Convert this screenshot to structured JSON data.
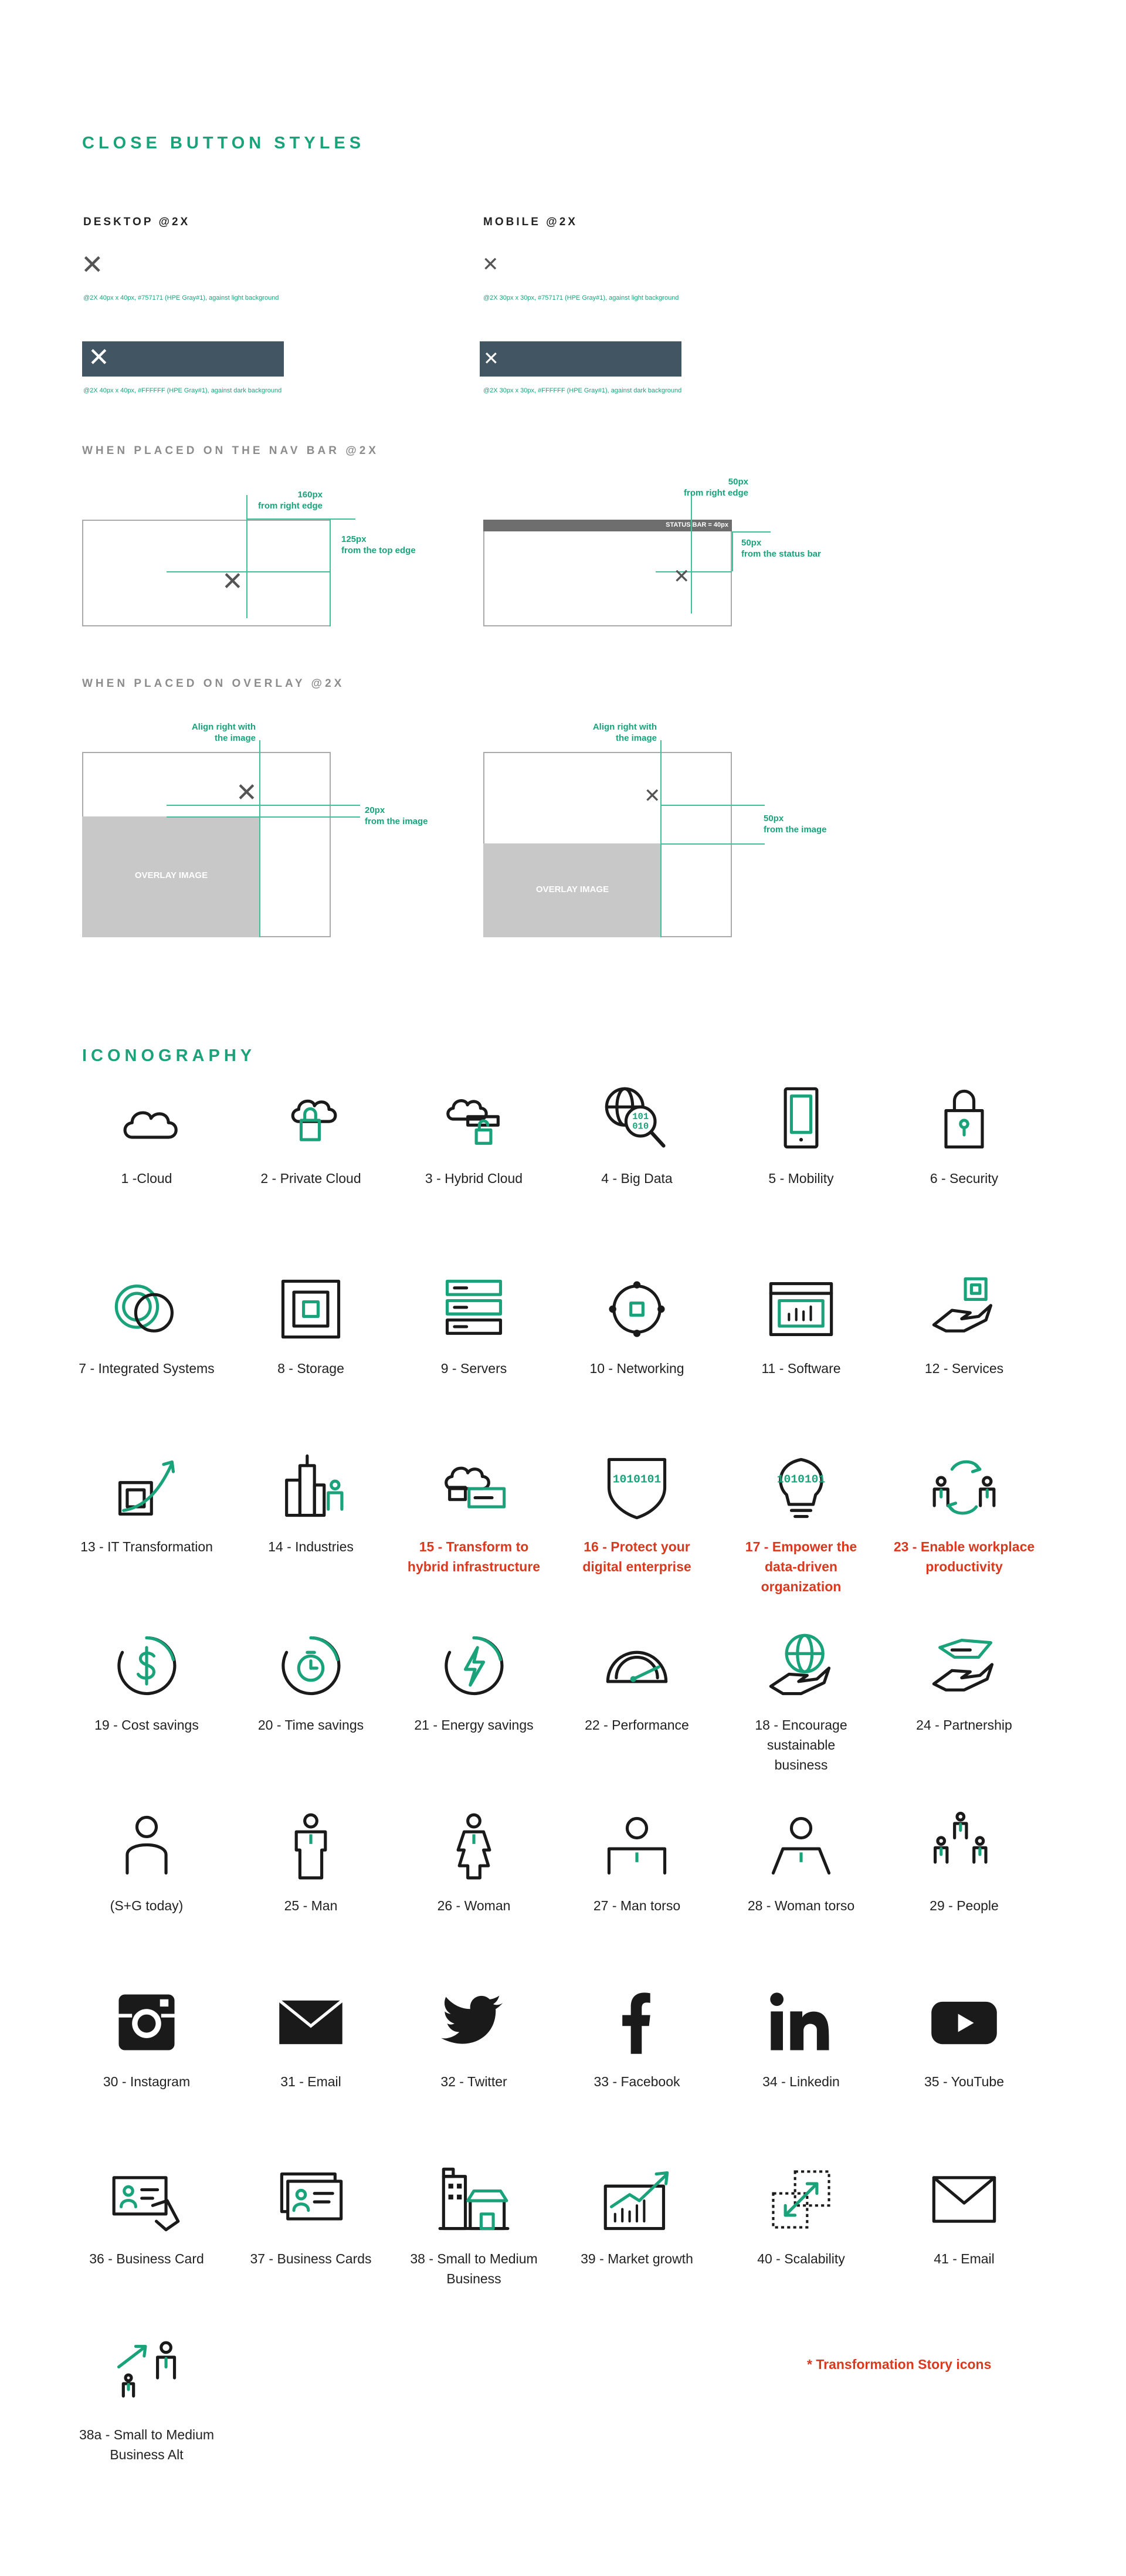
{
  "close_buttons": {
    "title": "CLOSE BUTTON STYLES",
    "desktop_label": "DESKTOP @2X",
    "mobile_label": "MOBILE @2X",
    "desktop_light_caption": "@2X 40px x 40px, #757171 (HPE Gray#1), against light background",
    "desktop_dark_caption": "@2X 40px x 40px, #FFFFFF (HPE Gray#1), against dark background",
    "mobile_light_caption": "@2X 30px x 30px, #757171 (HPE Gray#1), against light background",
    "mobile_dark_caption": "@2X 30px x 30px, #FFFFFF (HPE Gray#1), against dark background",
    "dark_bg_color": "#425563",
    "nav_bar_title": "WHEN PLACED ON THE NAV BAR @2X",
    "nav_desktop_right": [
      "160px",
      "from right edge"
    ],
    "nav_desktop_top": [
      "125px",
      "from the top edge"
    ],
    "nav_mobile_right": [
      "50px",
      "from right edge"
    ],
    "nav_mobile_status": [
      "50px",
      "from the status bar"
    ],
    "status_bar_label": "STATUS BAR = 40px",
    "overlay_title": "WHEN PLACED ON OVERLAY @2X",
    "overlay_align": [
      "Align right with",
      "the image"
    ],
    "overlay_desktop_dist": [
      "20px",
      "from the image"
    ],
    "overlay_mobile_dist": [
      "50px",
      "from the image"
    ],
    "overlay_image_label": "OVERLAY IMAGE",
    "close_glyph": "✕"
  },
  "iconography": {
    "title": "ICONOGRAPHY",
    "accent_color": "#1aa37a",
    "story_color": "#d93a1f",
    "footnote": "* Transformation Story icons",
    "icons": [
      {
        "label": "1 -Cloud",
        "icon": "cloud-icon"
      },
      {
        "label": "2 - Private Cloud",
        "icon": "private-cloud-icon"
      },
      {
        "label": "3 - Hybrid Cloud",
        "icon": "hybrid-cloud-icon"
      },
      {
        "label": "4 - Big Data",
        "icon": "big-data-icon"
      },
      {
        "label": "5 - Mobility",
        "icon": "mobility-icon"
      },
      {
        "label": "6 - Security",
        "icon": "security-icon"
      },
      {
        "label": "7 - Integrated Systems",
        "icon": "integrated-systems-icon"
      },
      {
        "label": "8 - Storage",
        "icon": "storage-icon"
      },
      {
        "label": "9 - Servers",
        "icon": "servers-icon"
      },
      {
        "label": "10 - Networking",
        "icon": "networking-icon"
      },
      {
        "label": "11 - Software",
        "icon": "software-icon"
      },
      {
        "label": "12 - Services",
        "icon": "services-icon"
      },
      {
        "label": "13 - IT Transformation",
        "icon": "it-transformation-icon"
      },
      {
        "label": "14 - Industries",
        "icon": "industries-icon"
      },
      {
        "label": "15 - Transform to\nhybrid infrastructure",
        "icon": "transform-hybrid-icon",
        "story": true
      },
      {
        "label": "16 - Protect your\ndigital enterprise",
        "icon": "protect-enterprise-icon",
        "story": true
      },
      {
        "label": "17 - Empower the\ndata-driven\norganization",
        "icon": "data-driven-icon",
        "story": true
      },
      {
        "label": "23 - Enable workplace\nproductivity",
        "icon": "workplace-productivity-icon",
        "story": true
      },
      {
        "label": "19 - Cost savings",
        "icon": "cost-savings-icon"
      },
      {
        "label": "20 - Time savings",
        "icon": "time-savings-icon"
      },
      {
        "label": "21 - Energy savings",
        "icon": "energy-savings-icon"
      },
      {
        "label": "22 - Performance",
        "icon": "performance-icon"
      },
      {
        "label": "18 - Encourage sustainable\nbusiness",
        "icon": "sustainable-business-icon"
      },
      {
        "label": "24 - Partnership",
        "icon": "partnership-icon"
      },
      {
        "label": "(S+G today)",
        "icon": "person-icon"
      },
      {
        "label": "25 - Man",
        "icon": "man-icon"
      },
      {
        "label": "26 - Woman",
        "icon": "woman-icon"
      },
      {
        "label": "27 - Man torso",
        "icon": "man-torso-icon"
      },
      {
        "label": "28 - Woman torso",
        "icon": "woman-torso-icon"
      },
      {
        "label": "29 - People",
        "icon": "people-icon"
      },
      {
        "label": "30 - Instagram",
        "icon": "instagram-icon"
      },
      {
        "label": "31 - Email",
        "icon": "email-icon"
      },
      {
        "label": "32 - Twitter",
        "icon": "twitter-icon"
      },
      {
        "label": "33 - Facebook",
        "icon": "facebook-icon"
      },
      {
        "label": "34 - Linkedin",
        "icon": "linkedin-icon"
      },
      {
        "label": "35 - YouTube",
        "icon": "youtube-icon"
      },
      {
        "label": "36 - Business Card",
        "icon": "business-card-icon"
      },
      {
        "label": "37 - Business Cards",
        "icon": "business-cards-icon"
      },
      {
        "label": "38 - Small to Medium\nBusiness",
        "icon": "small-medium-business-icon"
      },
      {
        "label": "39 - Market growth",
        "icon": "market-growth-icon"
      },
      {
        "label": "40 - Scalability",
        "icon": "scalability-icon"
      },
      {
        "label": "41 - Email",
        "icon": "email-outline-icon"
      },
      {
        "label": "38a - Small to Medium\nBusiness Alt",
        "icon": "smb-alt-icon"
      }
    ]
  }
}
